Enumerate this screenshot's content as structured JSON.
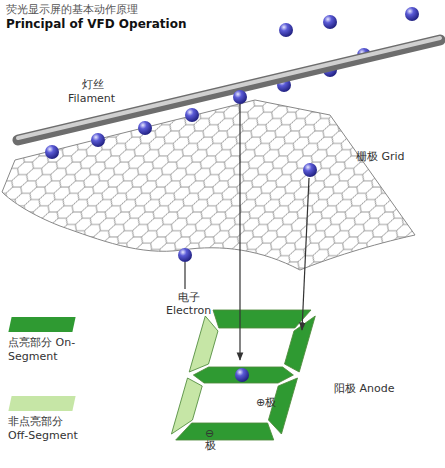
{
  "diagram": {
    "title": "荧光显示屏的基本动作原理",
    "labels": [
      "Principal of VFD Operation",
      "灯丝",
      "Filament",
      "栅极 Grid",
      "电子",
      "Electron",
      "阳极 Anode",
      "⊕极",
      "⊖极"
    ],
    "legend": [
      {
        "text": "点亮部分 On-Segment",
        "color": "#2f9a32"
      },
      {
        "text": "非点亮部分 Off-Segment",
        "color": "#c6e6a6"
      }
    ]
  }
}
